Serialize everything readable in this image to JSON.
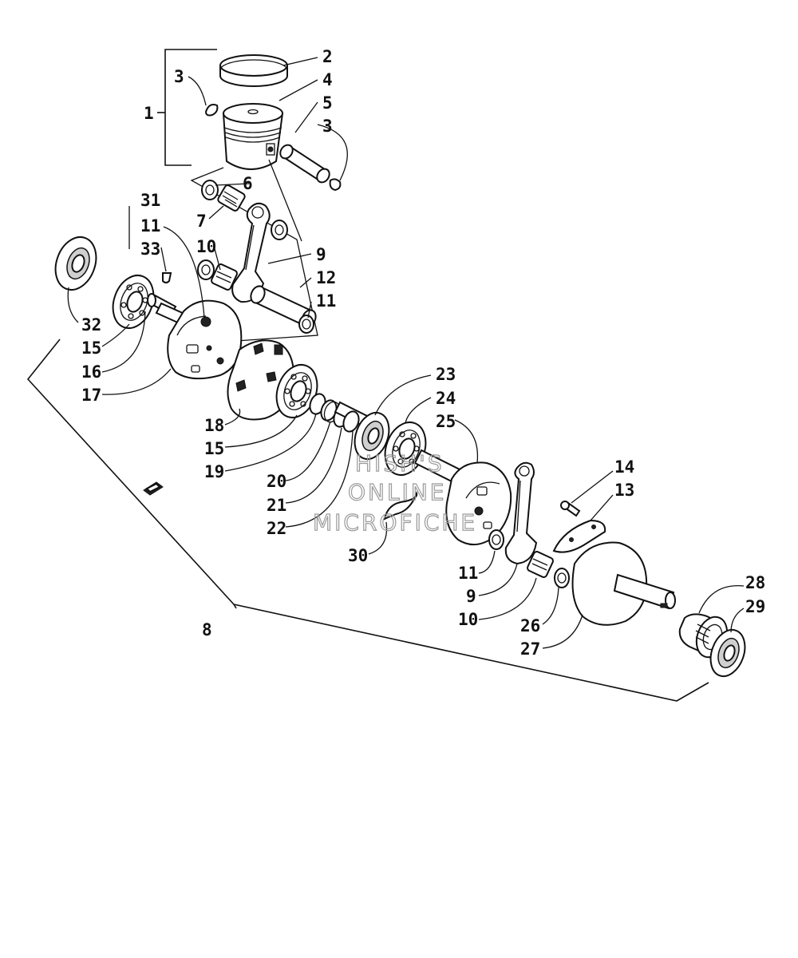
{
  "labels": {
    "l1": "1",
    "l2": "2",
    "l3a": "3",
    "l3b": "3",
    "l4": "4",
    "l5": "5",
    "l6": "6",
    "l7": "7",
    "l8": "8",
    "l9a": "9",
    "l9b": "9",
    "l10a": "10",
    "l10b": "10",
    "l11a": "11",
    "l11b": "11",
    "l11c": "11",
    "l12": "12",
    "l13": "13",
    "l14": "14",
    "l15a": "15",
    "l15b": "15",
    "l16": "16",
    "l17": "17",
    "l18": "18",
    "l19": "19",
    "l20": "20",
    "l21": "21",
    "l22": "22",
    "l23": "23",
    "l24": "24",
    "l25": "25",
    "l26": "26",
    "l27": "27",
    "l28": "28",
    "l29": "29",
    "l30": "30",
    "l31": "31",
    "l32": "32",
    "l33": "33"
  },
  "watermark": {
    "line1": "HISH'S",
    "line2": "ONLINE",
    "line3": "MICROFICHE"
  }
}
